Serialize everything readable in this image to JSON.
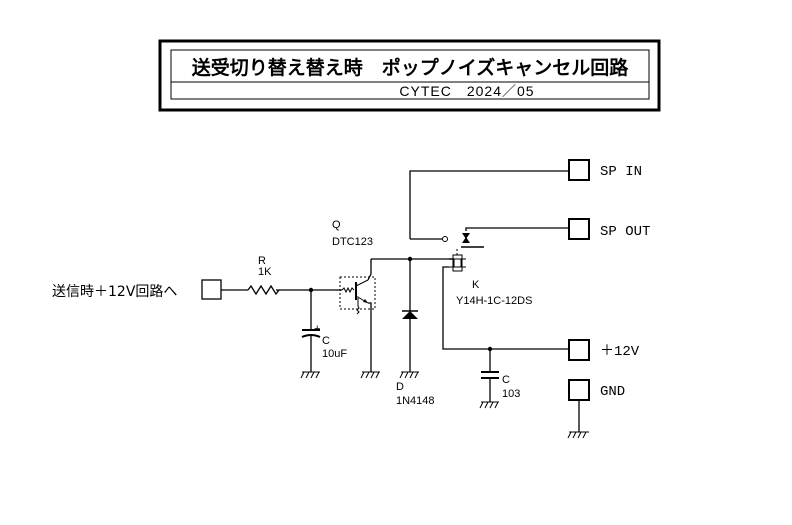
{
  "title": {
    "main": "送受切り替え替え時　ポップノイズキャンセル回路",
    "sub": "CYTEC　2024／05"
  },
  "terminals": {
    "input": "送信時＋12V回路へ",
    "sp_in": "SP  IN",
    "sp_out": "SP  OUT",
    "plus12v": "＋12V",
    "gnd": "GND"
  },
  "components": {
    "r_ref": "R",
    "r_val": "1K",
    "c1_ref": "C",
    "c1_val": "10uF",
    "q_ref": "Q",
    "q_val": "DTC123",
    "d_ref": "D",
    "d_val": "1N4148",
    "k_ref": "K",
    "k_val": "Y14H-1C-12DS",
    "c2_ref": "C",
    "c2_val": "103"
  },
  "symbols": {
    "cap_polarity": "+"
  }
}
